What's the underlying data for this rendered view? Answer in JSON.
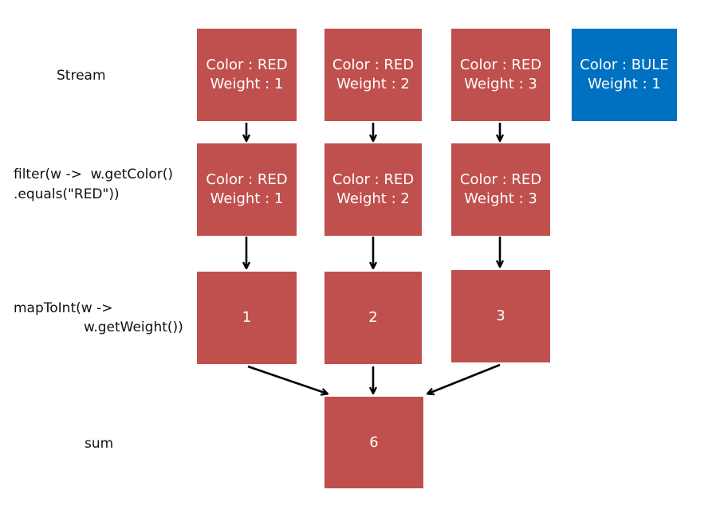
{
  "row_labels": {
    "stream": "Stream",
    "filter_line1": "filter(w ->  w.getColor()",
    "filter_line2": ".equals(\"RED\"))",
    "map_line1": "mapToInt(w ->",
    "map_line2": "w.getWeight())",
    "sum": "sum"
  },
  "stream_row": [
    {
      "color": "Color : RED",
      "weight": "Weight : 1"
    },
    {
      "color": "Color : RED",
      "weight": "Weight : 2"
    },
    {
      "color": "Color : RED",
      "weight": "Weight : 3"
    },
    {
      "color": "Color : BULE",
      "weight": "Weight : 1"
    }
  ],
  "filter_row": [
    {
      "color": "Color : RED",
      "weight": "Weight : 1"
    },
    {
      "color": "Color : RED",
      "weight": "Weight : 2"
    },
    {
      "color": "Color : RED",
      "weight": "Weight : 3"
    }
  ],
  "map_row": [
    "1",
    "2",
    "3"
  ],
  "sum_value": "6",
  "colors": {
    "red_box": "#c0504d",
    "blue_box": "#0070c0",
    "arrow": "#000000"
  }
}
